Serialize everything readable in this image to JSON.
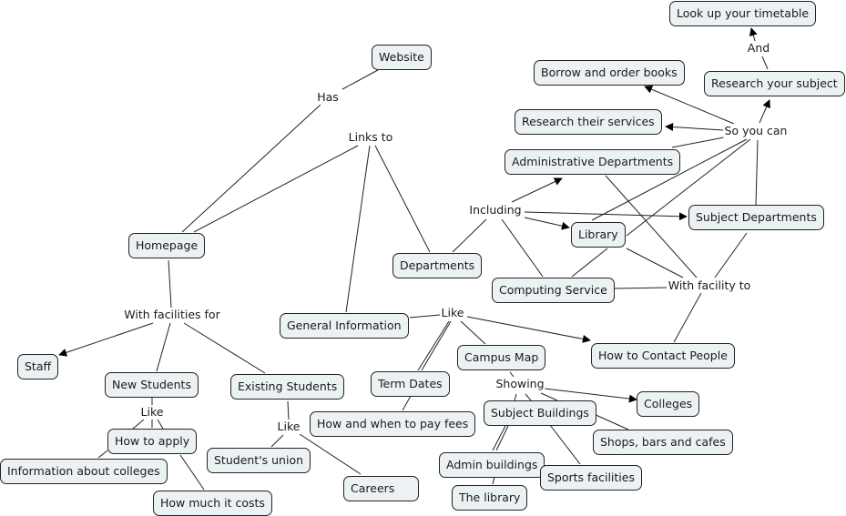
{
  "map": {
    "concepts": {
      "website": "Website",
      "homepage": "Homepage",
      "departments": "Departments",
      "general_information": "General Information",
      "staff": "Staff",
      "new_students": "New Students",
      "existing_students": "Existing Students",
      "how_to_apply": "How to apply",
      "information_about_colleges": "Information about colleges",
      "how_much_it_costs": "How much it costs",
      "students_union": "Student's union",
      "careers": "Careers",
      "term_dates": "Term Dates",
      "how_and_when_to_pay_fees": "How and when to pay fees",
      "campus_map": "Campus Map",
      "subject_buildings": "Subject Buildings",
      "admin_buildings": "Admin buildings",
      "the_library": "The library",
      "sports_facilities": "Sports facilities",
      "shops_bars_cafes": "Shops, bars and cafes",
      "colleges": "Colleges",
      "how_to_contact_people": "How to Contact People",
      "computing_service": "Computing Service",
      "library": "Library",
      "administrative_departments": "Administrative Departments",
      "subject_departments": "Subject Departments",
      "research_their_services": "Research their services",
      "borrow_and_order_books": "Borrow and order books",
      "research_your_subject": "Research your subject",
      "look_up_your_timetable": "Look up your timetable"
    },
    "linking_phrases": {
      "has": "Has",
      "links_to": "Links to",
      "with_facilities_for": "With facilities for",
      "like_new": "Like",
      "like_existing": "Like",
      "like_general": "Like",
      "showing": "Showing",
      "including": "Including",
      "so_you_can": "So you can",
      "and": "And",
      "with_facility_to": "With facility to"
    }
  }
}
